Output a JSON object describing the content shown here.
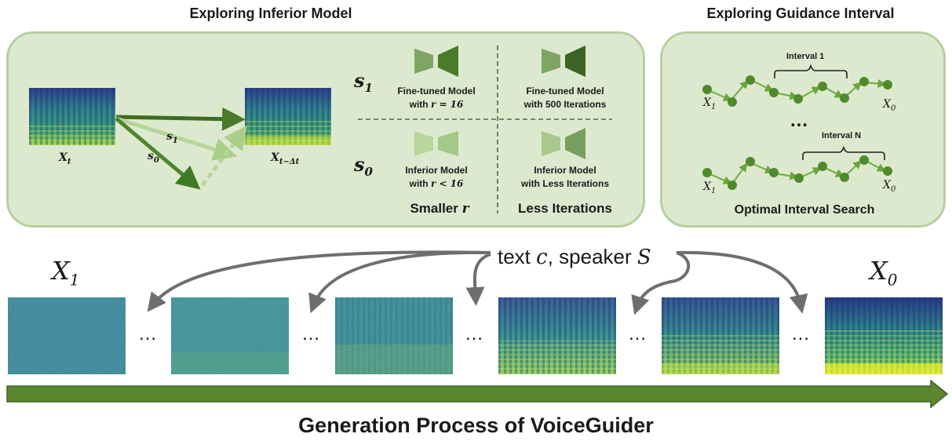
{
  "panels": {
    "inferior": {
      "title": "Exploring Inferior Model",
      "xt_label": "X",
      "xt_sub": "t",
      "xtdt_label": "X",
      "xtdt_sub": "t−Δt",
      "s1": "s",
      "s1_sub": "1",
      "s0": "s",
      "s0_sub": "0",
      "row_s1": "s",
      "row_s1_sub": "1",
      "row_s0": "s",
      "row_s0_sub": "0",
      "cell_ft_r_line1": "Fine-tuned Model",
      "cell_ft_r_line2": "with ",
      "cell_ft_r_math": "r = 16",
      "cell_ft_it_line1": "Fine-tuned Model",
      "cell_ft_it_line2": "with 500 Iterations",
      "cell_inf_r_line1": "Inferior Model",
      "cell_inf_r_line2": "with ",
      "cell_inf_r_math": "r < 16",
      "cell_inf_it_line1": "Inferior Model",
      "cell_inf_it_line2": "with Less Iterations",
      "col_smaller": "Smaller ",
      "col_smaller_math": "r",
      "col_less": "Less Iterations"
    },
    "guidance": {
      "title": "Exploring Guidance Interval",
      "interval1": "Interval 1",
      "intervalN": "Interval N",
      "x1": "X",
      "x1_sub": "1",
      "x0": "X",
      "x0_sub": "0",
      "ellipsis": "…",
      "caption": "Optimal Interval Search"
    }
  },
  "bottom": {
    "x1": "X",
    "x1_sub": "1",
    "x0": "X",
    "x0_sub": "0",
    "cond_text": "text ",
    "cond_c": "c",
    "cond_mid": ", speaker ",
    "cond_S": "S",
    "ellipsis": "…",
    "caption": "Generation Process of VoiceGuider"
  },
  "colors": {
    "panel_fill": "#dde9cf",
    "panel_border": "#b7cf9f",
    "dark_green": "#4b7a2a",
    "mid_green": "#6e9f45",
    "light_green": "#a9cf8a",
    "arrow_grey": "#6e6e6e"
  }
}
